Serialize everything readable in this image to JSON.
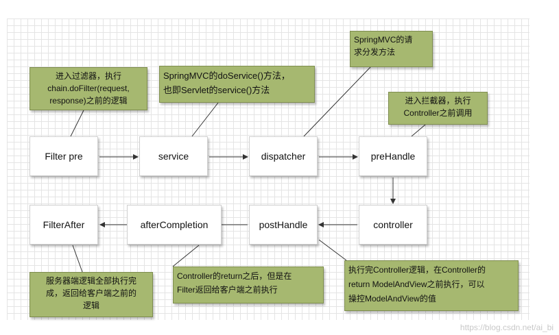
{
  "nodes": {
    "filter_pre": "Filter pre",
    "service": "service",
    "dispatcher": "dispatcher",
    "pre_handle": "preHandle",
    "controller": "controller",
    "post_handle": "postHandle",
    "after_completion": "afterCompletion",
    "filter_after": "FilterAfter"
  },
  "notes": {
    "filter_pre": "进入过滤器，执行\nchain.doFilter(request,\nresponse)之前的逻辑",
    "service": "SpringMVC的doService()方法，\n也即Servlet的service()方法",
    "dispatcher": "SpringMVC的请\n求分发方法",
    "pre_handle": "进入拦截器，执行\nController之前调用",
    "filter_after": "服务器端逻辑全部执行完\n成，返回给客户端之前的\n逻辑",
    "after_completion": "Controller的return之后，但是在\nFilter返回给客户端之前执行",
    "post_handle": "执行完Controller逻辑，在Controller的\nreturn ModelAndView之前执行，可以\n操控ModelAndView的值"
  },
  "colors": {
    "note_fill": "#a6b870",
    "line": "#333333"
  },
  "watermark": "https://blog.csdn.net/ai_bi"
}
